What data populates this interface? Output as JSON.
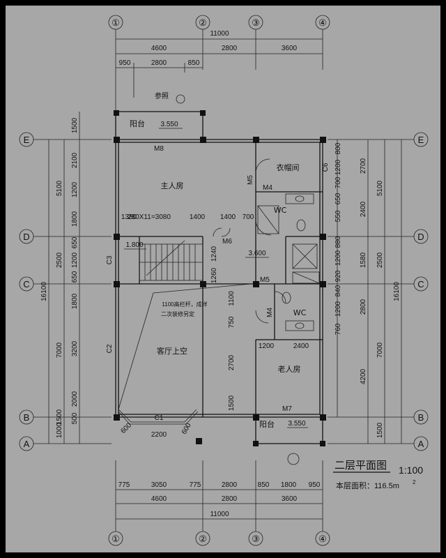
{
  "axes_vertical": [
    "①",
    "②",
    "③",
    "④"
  ],
  "axes_horizontal": [
    "E",
    "D",
    "C",
    "B",
    "A"
  ],
  "top_dims": {
    "overall": "11000",
    "row1": [
      "4600",
      "2800",
      "3600"
    ],
    "row2": [
      "950",
      "2800",
      "850"
    ]
  },
  "bottom_dims": {
    "row1": [
      "775",
      "3050",
      "775",
      "2800",
      "850",
      "1800",
      "950"
    ],
    "row2": [
      "4600",
      "2800",
      "3600"
    ],
    "overall": "11000"
  },
  "left_dims": {
    "overall": "16100",
    "col_mid": [
      "5100",
      "2500",
      "7000",
      "1000"
    ],
    "col_inner": [
      "1500",
      "2100",
      "1200",
      "1800",
      "650",
      "1200",
      "650",
      "1800",
      "3200",
      "2000",
      "500",
      "1500"
    ]
  },
  "right_dims": {
    "overall": "16100",
    "col_mid": [
      "5100",
      "2500",
      "7000",
      "1500"
    ],
    "col_inner": [
      "800",
      "1200",
      "700",
      "650",
      "550",
      "880",
      "1200",
      "920",
      "840",
      "1200",
      "760",
      "2700",
      "2400",
      "1580",
      "2800",
      "4200"
    ]
  },
  "rooms": {
    "master": "主人房",
    "cloak": "衣帽间",
    "wc1": "WC",
    "wc2": "WC",
    "living_void": "客厅上空",
    "elder": "老人房",
    "balcony_top": "阳台",
    "balcony_bottom": "阳台"
  },
  "levels": {
    "balcony_top": "3.550",
    "balcony_bottom": "3.550",
    "stair": "1.800",
    "hall": "3.600"
  },
  "marks": {
    "ref": "参照",
    "stair_spec": "280X11=3080",
    "stair_dims": "1400",
    "stair_dims2": "1400",
    "stair_w": "700",
    "rail": "1100高栏杆，成样",
    "rail2": "二次装修另定",
    "m8": "M8",
    "m5a": "M5",
    "m4a": "M4",
    "m6": "M6",
    "m5b": "M5",
    "m4b": "M4",
    "m7": "M7",
    "c1": "C1",
    "c2": "C2",
    "c3": "C3",
    "c6": "C6",
    "d1380": "1380",
    "d1240": "1240",
    "d1260": "1260",
    "d1100": "1100",
    "d750": "750",
    "d2700": "2700",
    "d1500": "1500",
    "d1200": "1200",
    "d2400": "2400",
    "d2200": "2200",
    "d600a": "600",
    "d600b": "600"
  },
  "title": {
    "name": "二层平面图",
    "scale": "1:100",
    "area_label": "本层面积：116.5m",
    "area_sup": "2"
  }
}
